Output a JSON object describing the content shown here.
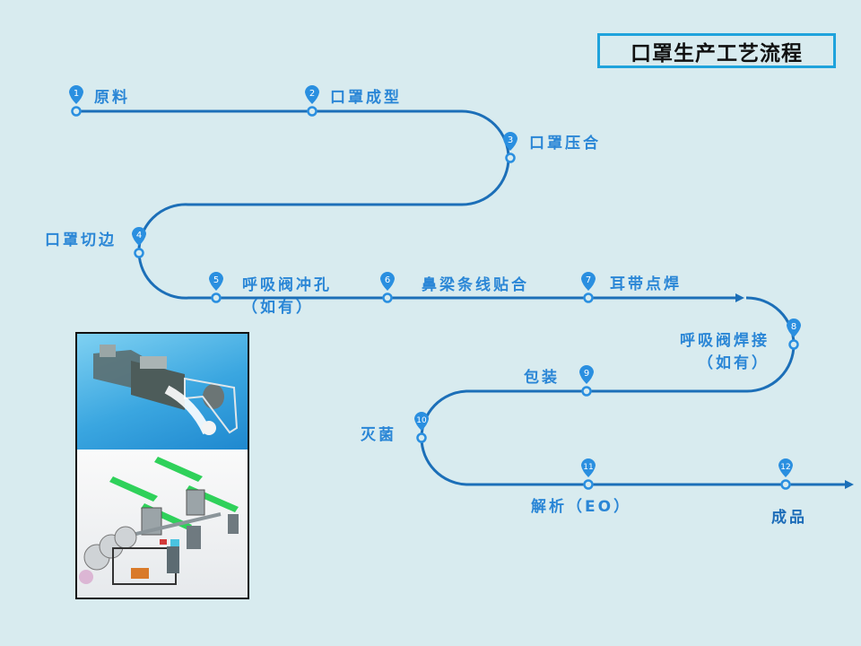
{
  "title": "口罩生产工艺流程",
  "colors": {
    "background": "#d8ebef",
    "line": "#1c6fb8",
    "marker": "#2a8fe0",
    "label": "#2a86d6",
    "title_border": "#1fa3dc"
  },
  "steps": [
    {
      "num": "1",
      "label": "原料"
    },
    {
      "num": "2",
      "label": "口罩成型"
    },
    {
      "num": "3",
      "label": "口罩压合"
    },
    {
      "num": "4",
      "label": "口罩切边"
    },
    {
      "num": "5",
      "label": "呼吸阀冲孔",
      "note": "（如有）"
    },
    {
      "num": "6",
      "label": "鼻梁条线贴合"
    },
    {
      "num": "7",
      "label": "耳带点焊"
    },
    {
      "num": "8",
      "label": "呼吸阀焊接",
      "note": "（如有）"
    },
    {
      "num": "9",
      "label": "包装"
    },
    {
      "num": "10",
      "label": "灭菌"
    },
    {
      "num": "11",
      "label": "解析（EO）"
    },
    {
      "num": "12",
      "label": "成品"
    }
  ],
  "images": {
    "top_alt": "mask-production-machine-photo",
    "bottom_alt": "mask-production-line-3d-model"
  }
}
